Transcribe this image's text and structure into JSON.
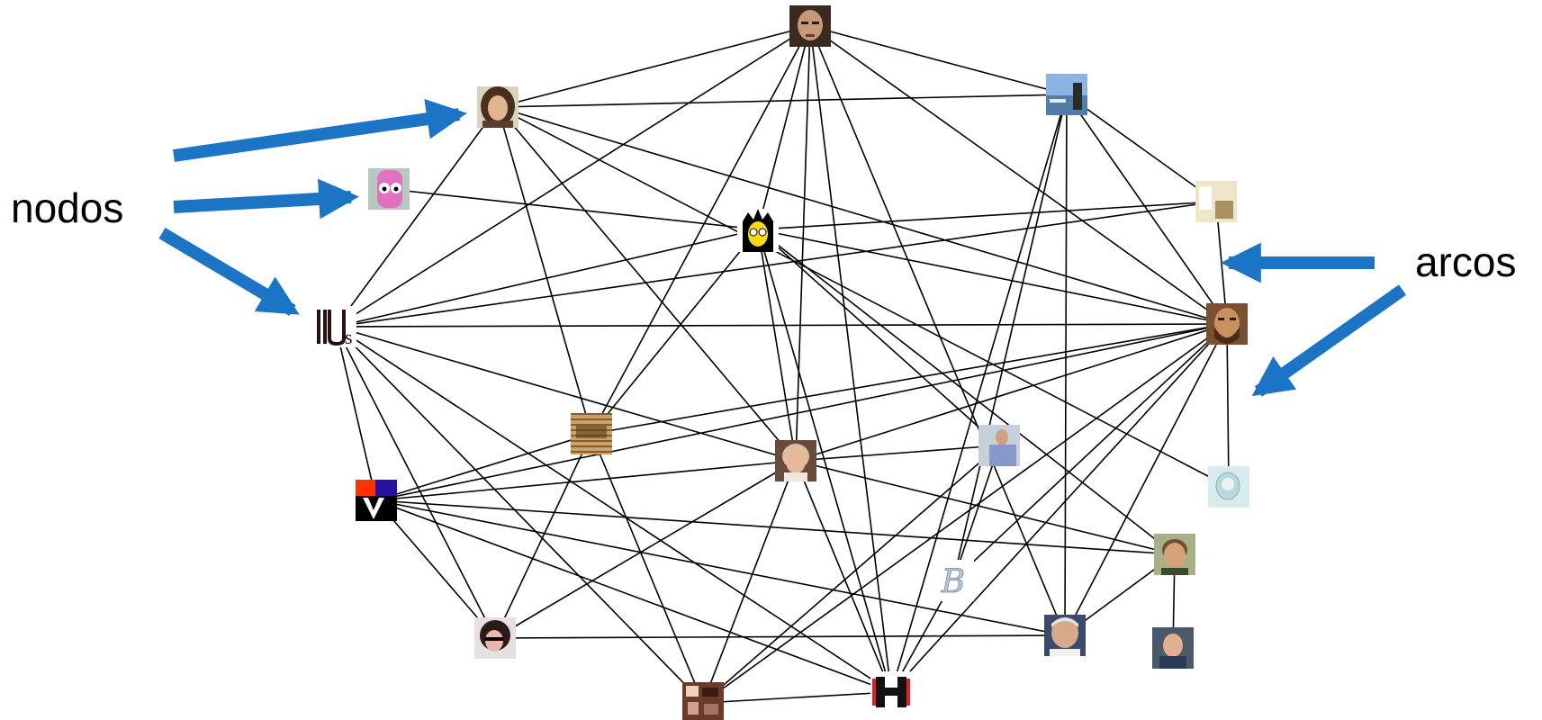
{
  "labels": {
    "nodes": "nodos",
    "edges": "arcos"
  },
  "colors": {
    "arrow": "#1b75c4",
    "edge": "#000000"
  },
  "graph": {
    "nodes": [
      "bald-man-avatar",
      "woman-curly-hair-avatar",
      "beach-photo-avatar",
      "pink-cartoon-avatar",
      "lisa-simpson-avatar",
      "room-photo-avatar",
      "lus-logo",
      "bearded-man-avatar",
      "wooden-sign-avatar",
      "grandmother-avatar",
      "man-blue-shirt-avatar",
      "astronaut-avatar",
      "v-logo",
      "young-man-avatar",
      "script-b-logo",
      "glasses-person-avatar",
      "older-man-avatar",
      "boy-avatar",
      "collage-avatar",
      "h-logo"
    ],
    "edges": [
      [
        0,
        1
      ],
      [
        0,
        2
      ],
      [
        0,
        6
      ],
      [
        0,
        7
      ],
      [
        0,
        8
      ],
      [
        0,
        9
      ],
      [
        0,
        19
      ],
      [
        0,
        16
      ],
      [
        0,
        4
      ],
      [
        1,
        2
      ],
      [
        1,
        6
      ],
      [
        1,
        8
      ],
      [
        1,
        9
      ],
      [
        1,
        7
      ],
      [
        1,
        11
      ],
      [
        2,
        5
      ],
      [
        2,
        7
      ],
      [
        2,
        16
      ],
      [
        2,
        14
      ],
      [
        2,
        19
      ],
      [
        3,
        4
      ],
      [
        4,
        6
      ],
      [
        4,
        8
      ],
      [
        4,
        9
      ],
      [
        4,
        19
      ],
      [
        4,
        10
      ],
      [
        4,
        7
      ],
      [
        4,
        13
      ],
      [
        4,
        5
      ],
      [
        5,
        6
      ],
      [
        5,
        7
      ],
      [
        6,
        7
      ],
      [
        6,
        12
      ],
      [
        6,
        15
      ],
      [
        6,
        18
      ],
      [
        6,
        9
      ],
      [
        6,
        19
      ],
      [
        7,
        8
      ],
      [
        7,
        9
      ],
      [
        7,
        11
      ],
      [
        7,
        16
      ],
      [
        7,
        18
      ],
      [
        7,
        14
      ],
      [
        7,
        12
      ],
      [
        7,
        19
      ],
      [
        8,
        12
      ],
      [
        8,
        15
      ],
      [
        8,
        18
      ],
      [
        9,
        10
      ],
      [
        9,
        12
      ],
      [
        9,
        15
      ],
      [
        9,
        18
      ],
      [
        9,
        19
      ],
      [
        9,
        13
      ],
      [
        10,
        18
      ],
      [
        10,
        14
      ],
      [
        12,
        15
      ],
      [
        12,
        19
      ],
      [
        12,
        13
      ],
      [
        12,
        16
      ],
      [
        13,
        16
      ],
      [
        13,
        17
      ],
      [
        15,
        16
      ],
      [
        18,
        19
      ],
      [
        14,
        19
      ]
    ]
  }
}
